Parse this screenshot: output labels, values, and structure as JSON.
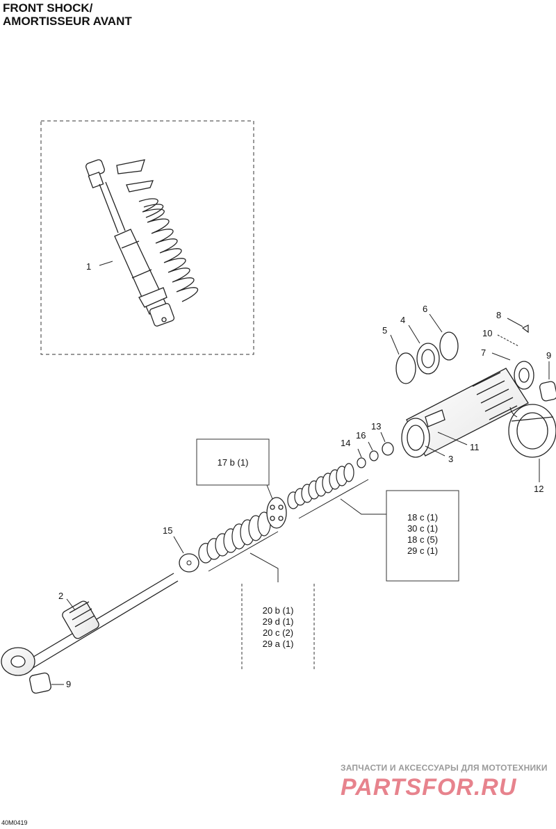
{
  "title": {
    "line1": "FRONT SHOCK/",
    "line2": "AMORTISSEUR AVANT"
  },
  "callouts": {
    "c1": "1",
    "c2": "2",
    "c3": "3",
    "c4": "4",
    "c5": "5",
    "c6": "6",
    "c7": "7",
    "c8": "8",
    "c9a": "9",
    "c9b": "9",
    "c10": "10",
    "c11": "11",
    "c12": "12",
    "c13": "13",
    "c14": "14",
    "c15": "15",
    "c16": "16"
  },
  "box_17": {
    "line1": "17 b (1)"
  },
  "box_18": {
    "lines": [
      "18 c (1)",
      "30 c (1)",
      "18 c (5)",
      "29 c (1)"
    ]
  },
  "box_20": {
    "lines": [
      "20 b (1)",
      "29 d (1)",
      "20 c (2)",
      "29 a (1)"
    ]
  },
  "footer": {
    "code": "40M0419"
  },
  "watermark": {
    "tagline": "ЗАПЧАСТИ И АКСЕССУАРЫ ДЛЯ МОТОТЕХНИКИ",
    "logo": "PARTSFOR.RU"
  }
}
